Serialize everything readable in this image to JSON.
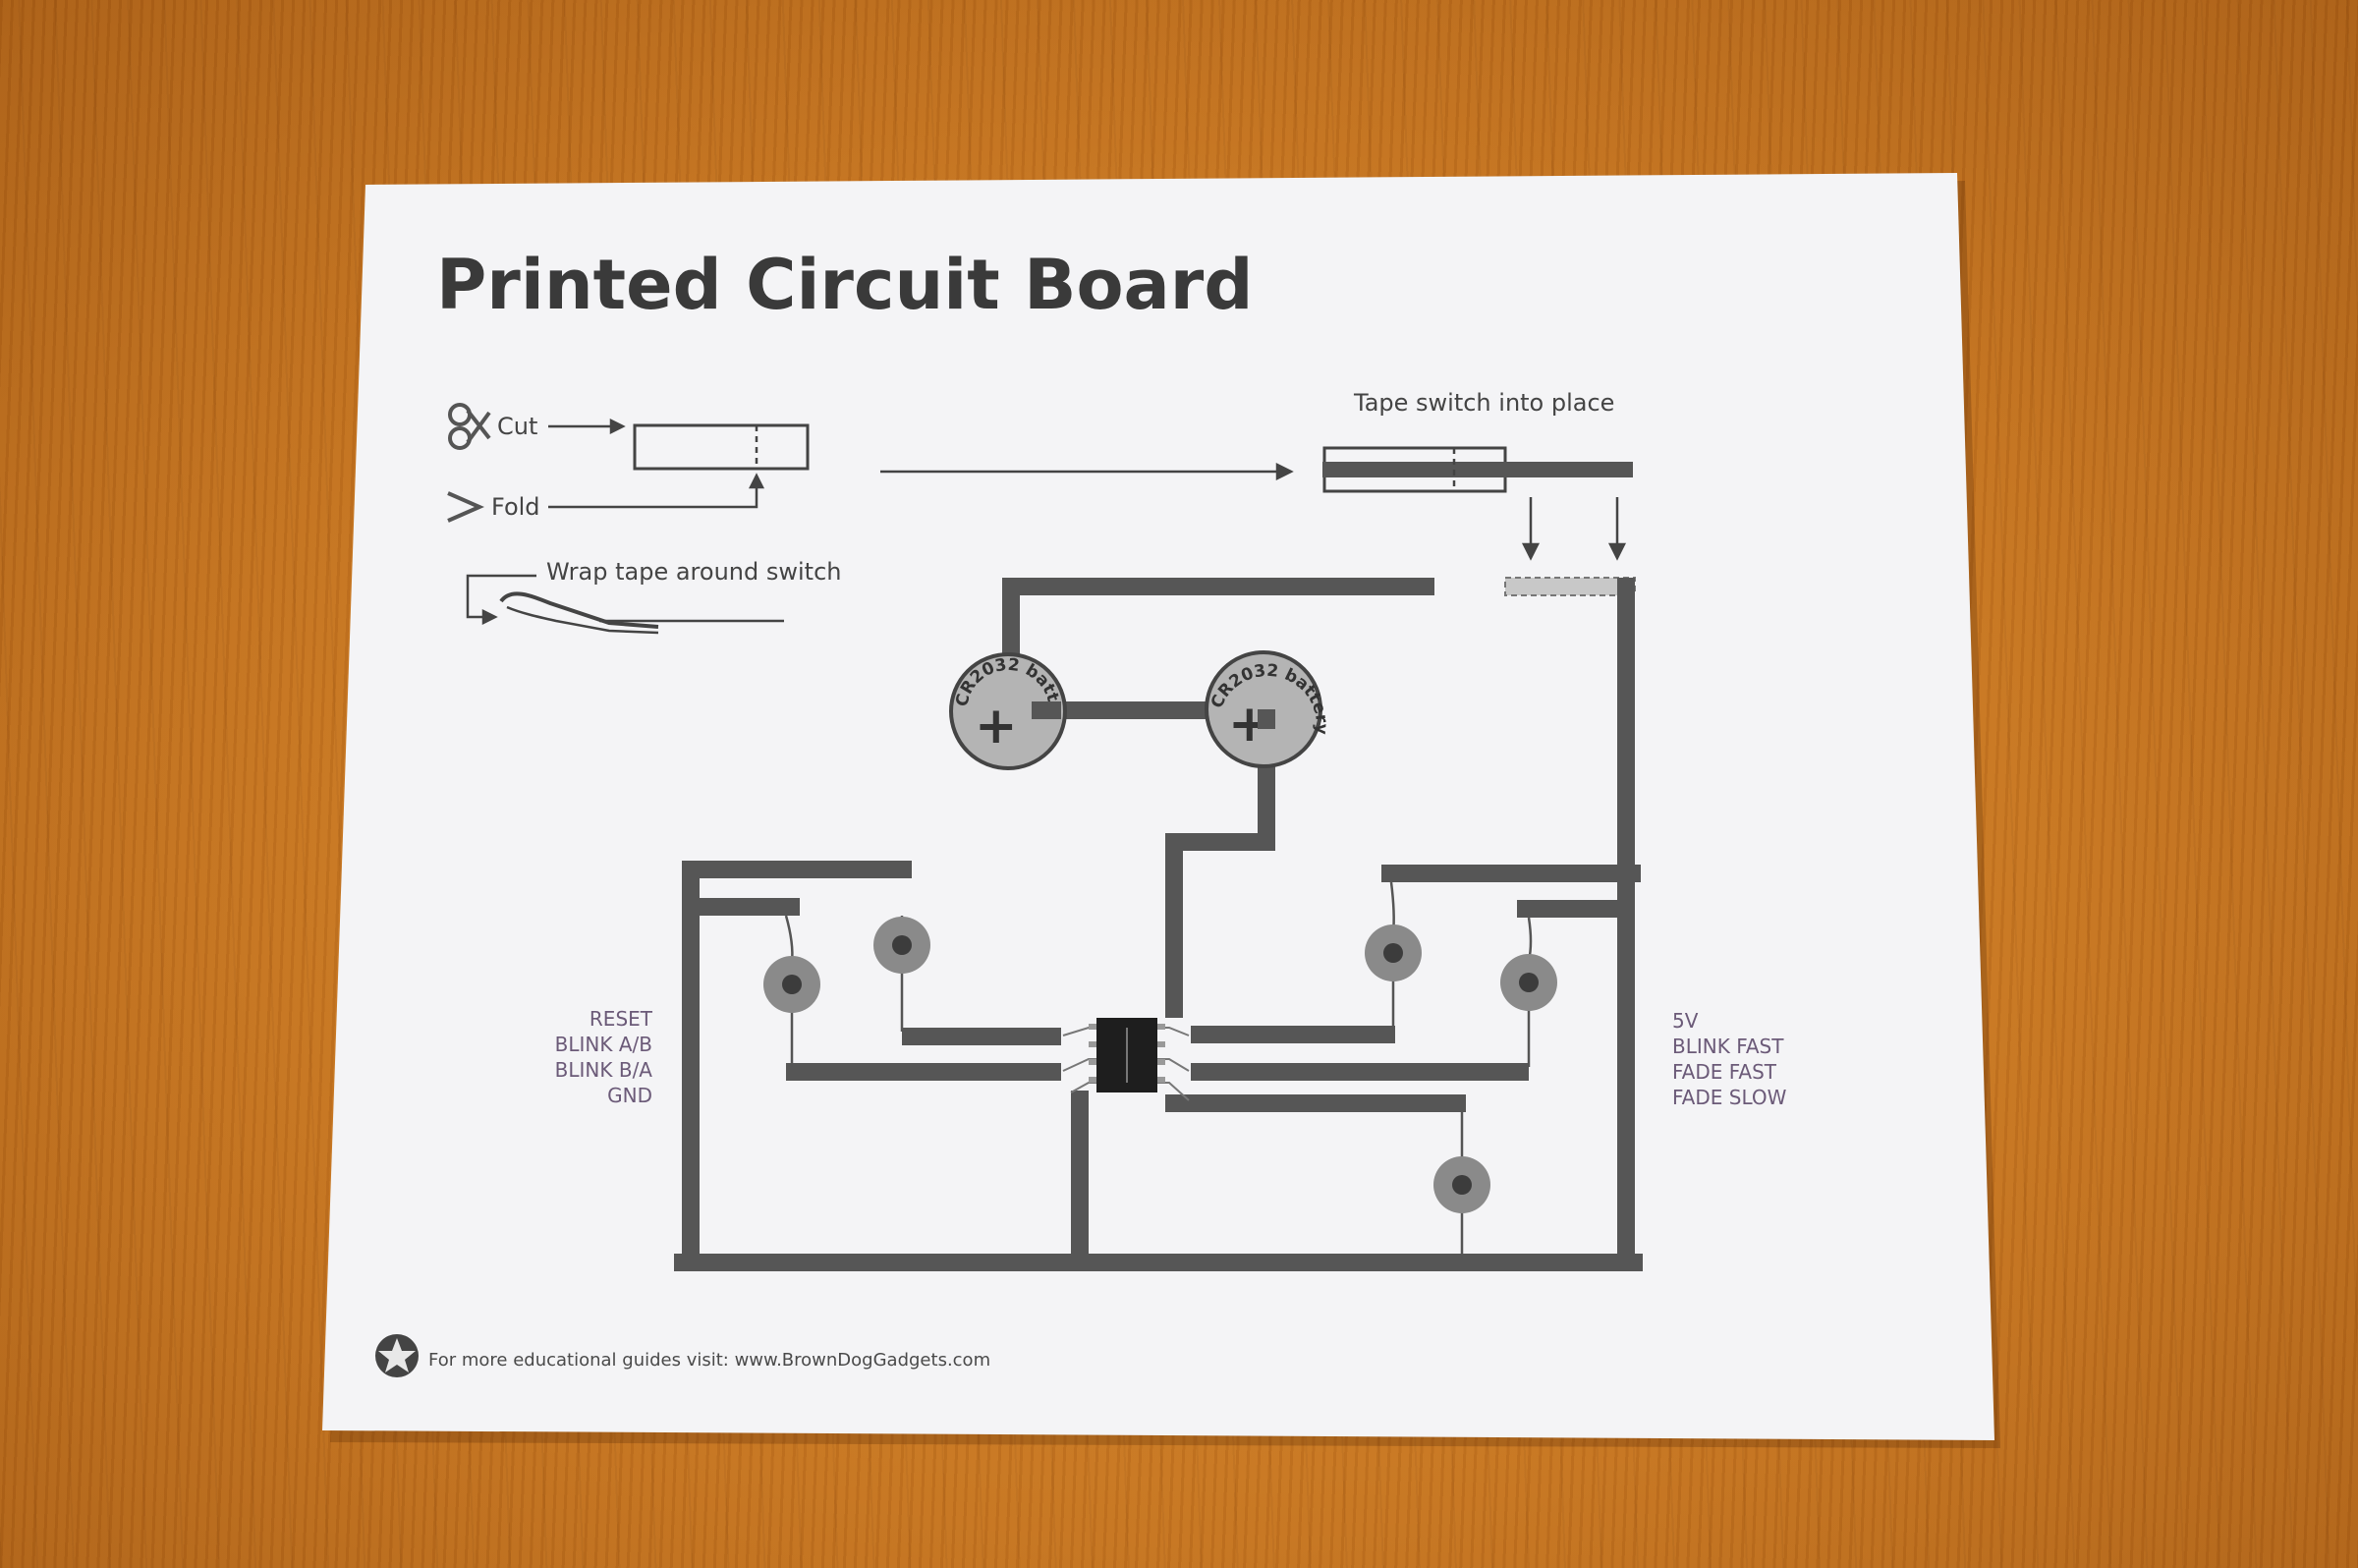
{
  "sheet": {
    "title": "Printed Circuit Board",
    "cut_label": "Cut",
    "fold_label": "Fold",
    "wrap_label": "Wrap tape around switch",
    "tape_label": "Tape switch into place",
    "battery_label_left": "CR2032 batt",
    "battery_label_right": "CR2032 battery",
    "battery_polarity": "+",
    "pins_left": [
      "RESET",
      "BLINK A/B",
      "BLINK B/A",
      "GND"
    ],
    "pins_right": [
      "5V",
      "BLINK FAST",
      "FADE FAST",
      "FADE SLOW"
    ],
    "footer": "For more educational guides visit: www.BrownDogGadgets.com"
  },
  "icons": [
    "scissors-icon",
    "fold-chevron-icon",
    "star-logo-icon"
  ],
  "colors": {
    "table": "#c97a22",
    "paper": "#f4f4f6",
    "trace": "#565656",
    "pin_text": "#6b5a78"
  }
}
